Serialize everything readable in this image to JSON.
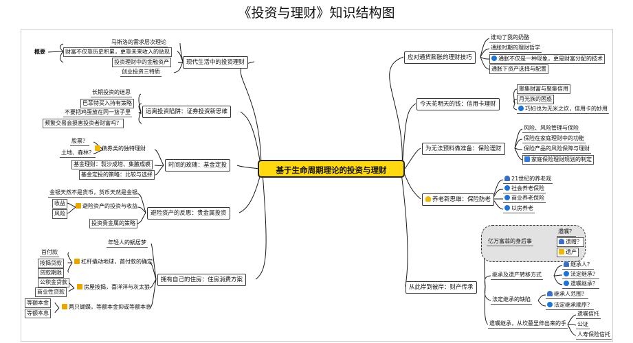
{
  "title": "《投资与理财》知识结构图",
  "center": "基于生命周期理论的投资与理财",
  "left": {
    "b1": {
      "label": "现代生活中的投资理财",
      "gaiyao": "概要",
      "items": [
        "马斯洛的需求层次理论",
        "财富不仅靠历史积累，更靠未来收入的贴现",
        "投资理财中的金融资产",
        "创业投资三特质"
      ]
    },
    "b2": {
      "label": "远离投资陷阱：证券投资新思维",
      "items": [
        "长期投资的迷思",
        "巴菲特买入持有策略",
        "不要把鸡蛋放在同一篮子里",
        "频繁交易会损害投资者财富吗？"
      ]
    },
    "b3": {
      "label": "时间的玫瑰：基金定投",
      "sub": {
        "label": "债券类的独特理财",
        "items": [
          "股票？",
          "土地、森林？"
        ]
      },
      "items": [
        "基金理财：製沙成塔、集腋成裘",
        "基金定投的策略：比较与选择"
      ]
    },
    "b4": {
      "label": "避险资产的反思：贵金属投资",
      "top": "金银天然不是货币，货币天然是金银",
      "sub": {
        "label": "避险资产的投资与收益",
        "items": [
          "收益",
          "风险"
        ]
      },
      "bottom": "投资贵金属的策略"
    },
    "b5": {
      "label": "拥有自己的住房：住房消费方案",
      "top": "年轻人的蜗居梦",
      "s1": {
        "label": "杠杆撬动地球，首付款的确定",
        "items": [
          "首付款",
          "按揭贷款",
          "贷款期限"
        ]
      },
      "s2": {
        "label": "房屋按揭，喜洋洋与灰太狼",
        "items": [
          "公积金贷款",
          "商业性贷款"
        ]
      },
      "s3": {
        "label": "两只蝴蝶，等额本金抑或等额本息",
        "items": [
          "等额本金",
          "等额本息"
        ]
      }
    }
  },
  "right": {
    "b1": {
      "label": "应对通货膨胀的理财技巧",
      "items": [
        "谁动了我的奶酪",
        "通胀时期的理财哲学",
        "通胀不仅是一种现象，更是财富分配的技术",
        "通胀下资产选择与配置"
      ]
    },
    "b2": {
      "label": "今天花明天的钱：信用卡理财",
      "items": [
        "聚集财富与聚集信用",
        "月光族的困惑",
        "巧妇也为无米之炊，信用卡的妙用"
      ]
    },
    "b3": {
      "label": "为无法预料做准备：保险理财",
      "items": [
        "风险、风险管理与保险",
        "保险在家庭理财中的功能",
        "保险产品的风险保障与理财",
        "家庭保险理财规划的制定"
      ]
    },
    "b4": {
      "label": "养老新思维：保险防老",
      "items": [
        "21世纪的养老观",
        "社会养老保险",
        "商业养老保险",
        "以房养老"
      ]
    },
    "b5": {
      "label": "从此岸到彼岸：财产传承",
      "cloud": {
        "label": "亿万富翁的身后事",
        "items": [
          "遗嘱？",
          "遗赠？",
          "遗产"
        ]
      },
      "s1": {
        "label": "继承及遗产转移方式",
        "items": [
          "继承人？",
          "法定继承？",
          "遗嘱继承？"
        ]
      },
      "s2": {
        "label": "法定继承的缺陷",
        "items": [
          "继承人范围？",
          "法定继承顺序？"
        ]
      },
      "s3": {
        "label": "遗嘱继承，从坎墓里伸出来的手",
        "items": [
          "遗嘱信托",
          "公证",
          "人寿保险信托"
        ]
      }
    }
  },
  "colors": {
    "center_fill": "#ffd90f",
    "line": "#1a1a1a",
    "cloud": "#e2e2e2",
    "icon_blue": "#1e73d6",
    "icon_yellow": "#f2b705"
  }
}
